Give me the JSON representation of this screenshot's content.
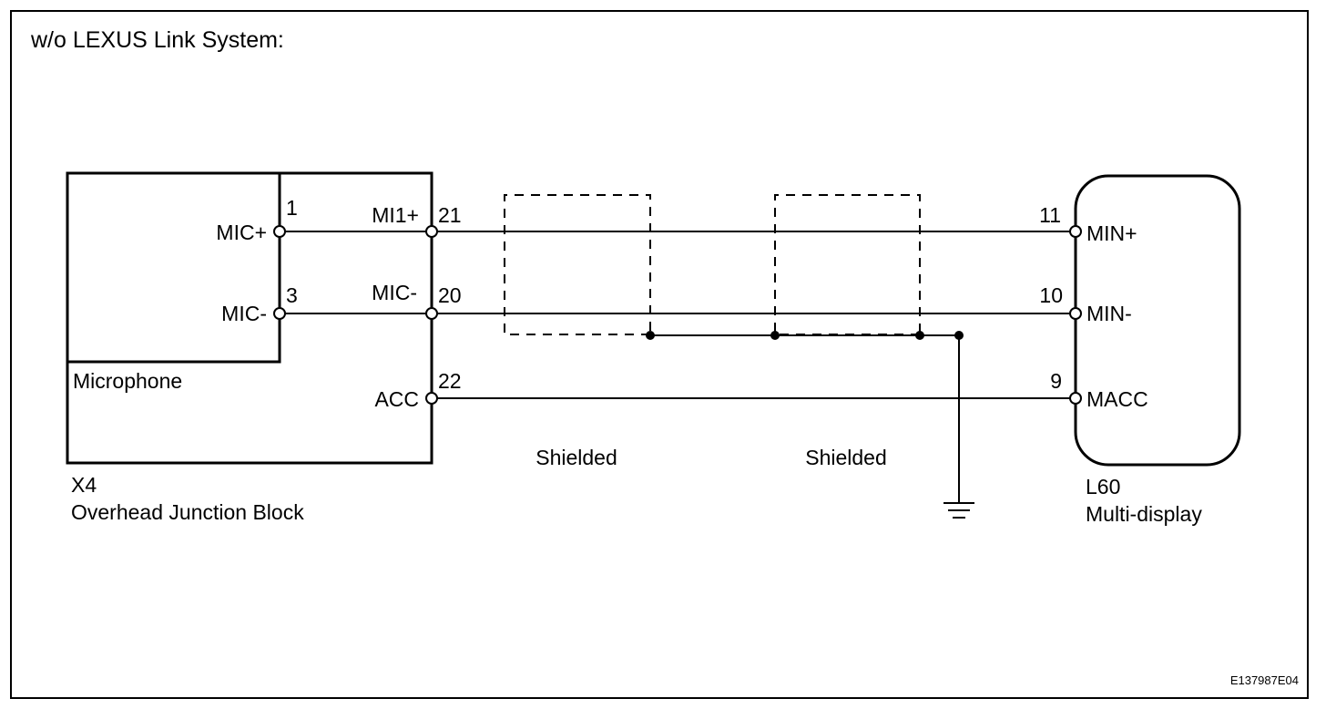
{
  "title": "w/o LEXUS Link System:",
  "figure_code": "E137987E04",
  "left_block": {
    "id": "X4",
    "name": "Overhead Junction Block",
    "inner_component": "Microphone",
    "inner_pins": [
      {
        "pin": "1",
        "signal": "MIC+"
      },
      {
        "pin": "3",
        "signal": "MIC-"
      }
    ],
    "outer_pins": [
      {
        "pin": "21",
        "signal": "MI1+"
      },
      {
        "pin": "20",
        "signal": "MIC-"
      },
      {
        "pin": "22",
        "signal": "ACC"
      }
    ]
  },
  "right_block": {
    "id": "L60",
    "name": "Multi-display",
    "pins": [
      {
        "pin": "11",
        "signal": "MIN+"
      },
      {
        "pin": "10",
        "signal": "MIN-"
      },
      {
        "pin": "9",
        "signal": "MACC"
      }
    ]
  },
  "shields": [
    {
      "label": "Shielded"
    },
    {
      "label": "Shielded"
    }
  ],
  "ground": "ground-symbol"
}
